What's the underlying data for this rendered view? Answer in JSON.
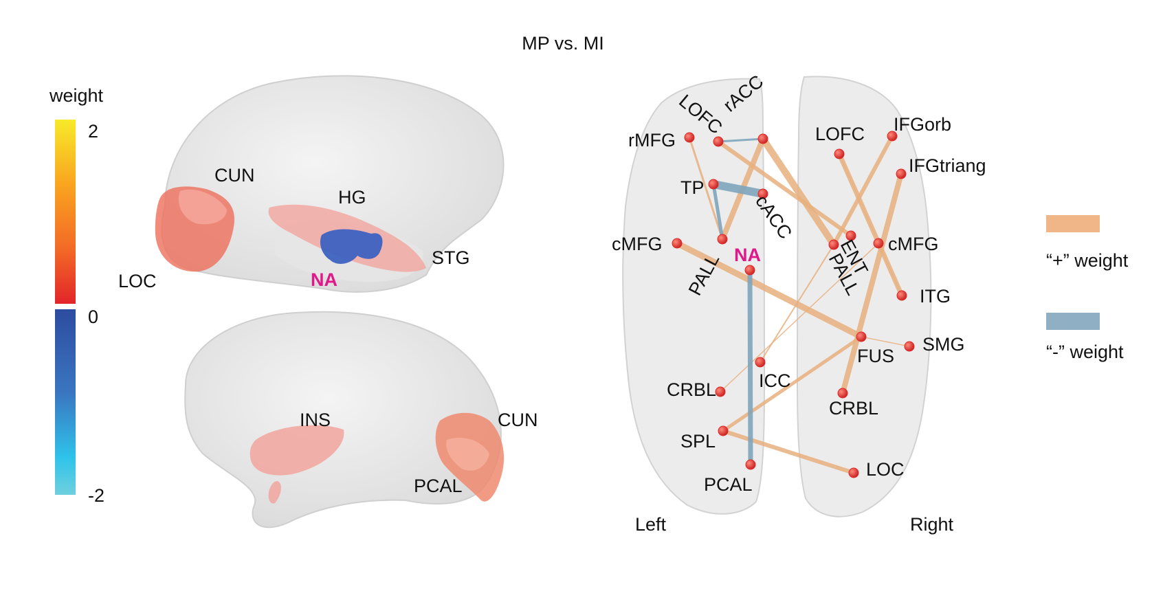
{
  "title": "MP vs. MI",
  "colorbar": {
    "title": "weight",
    "ticks": [
      "2",
      "0",
      "-2"
    ],
    "positive_colors": [
      "#f7ea2a",
      "#f9a51f",
      "#f36a26",
      "#e2252a"
    ],
    "negative_colors": [
      "#2d4c9f",
      "#3a76c0",
      "#2ec3ea",
      "#6fd0de"
    ]
  },
  "lateral_view": {
    "labels": [
      "CUN",
      "HG",
      "STG",
      "LOC",
      "NA"
    ]
  },
  "medial_view": {
    "labels": [
      "INS",
      "CUN",
      "PCAL"
    ]
  },
  "axial_view": {
    "labels": {
      "rMFG": "rMFG",
      "LOFC_L": "LOFC",
      "rACC": "rACC",
      "TP": "TP",
      "cACC": "cACC",
      "cMFG_L": "cMFG",
      "NA": "NA",
      "PALL_L": "PALL",
      "CRBL_L": "CRBL",
      "ICC": "ICC",
      "SPL": "SPL",
      "PCAL": "PCAL",
      "LOFC_R": "LOFC",
      "IFGorb": "IFGorb",
      "IFGtriang": "IFGtriang",
      "ENT": "ENT",
      "PALL_R": "PALL",
      "cMFG_R": "cMFG",
      "ITG": "ITG",
      "FUS": "FUS",
      "SMG": "SMG",
      "CRBL_R": "CRBL",
      "LOC": "LOC"
    },
    "hemispheres": [
      "Left",
      "Right"
    ],
    "positive_color": "#e8b07e",
    "negative_color": "#7fa6bd",
    "node_color": "#e02a2a"
  },
  "legend": {
    "positive": "“+” weight",
    "negative": "“-” weight",
    "positive_color": "#f0b687",
    "negative_color": "#8fb0c4"
  }
}
